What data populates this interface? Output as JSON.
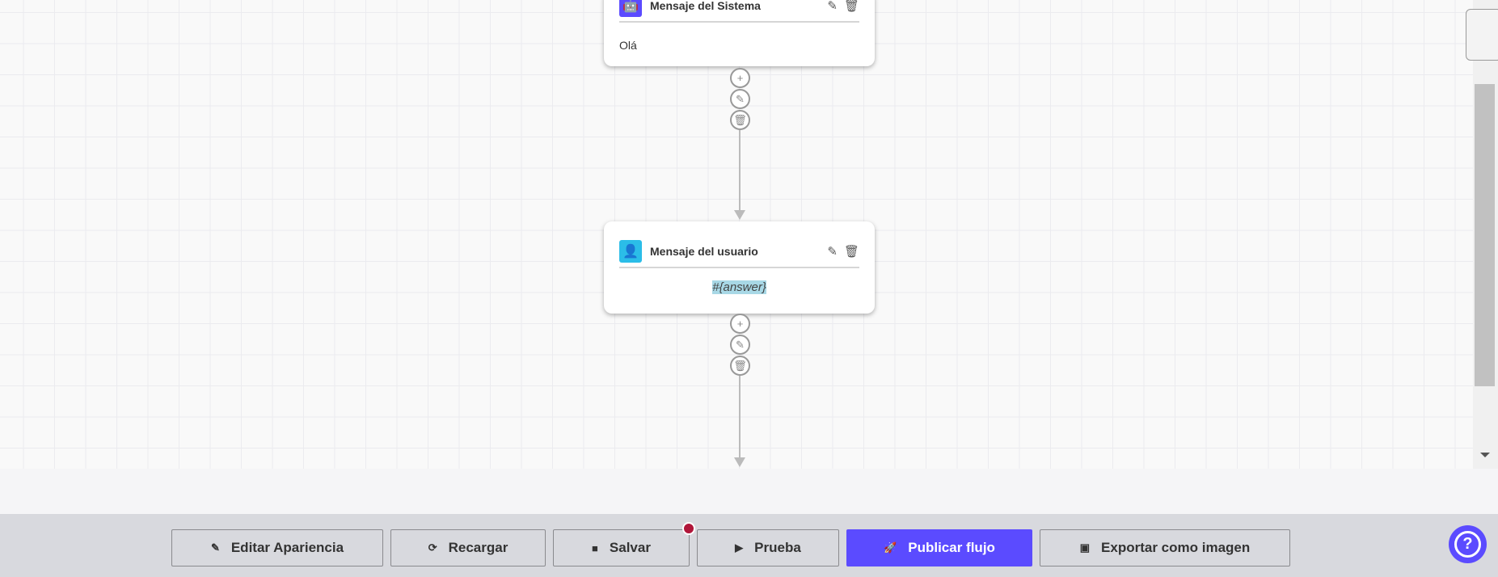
{
  "nodes": [
    {
      "title": "Mensaje del Sistema",
      "body": "Olá",
      "icon": "robot-icon",
      "color": "#5b4bff"
    },
    {
      "title": "Mensaje del usuario",
      "body": "#{answer}",
      "icon": "user-icon",
      "color": "#2bbde8"
    }
  ],
  "toolbar": {
    "edit": "Editar Apariencia",
    "reload": "Recargar",
    "save": "Salvar",
    "test": "Prueba",
    "publish": "Publicar flujo",
    "export": "Exportar como imagen"
  },
  "colors": {
    "accent": "#5b4bff",
    "unsaved_dot": "#b0163a"
  }
}
